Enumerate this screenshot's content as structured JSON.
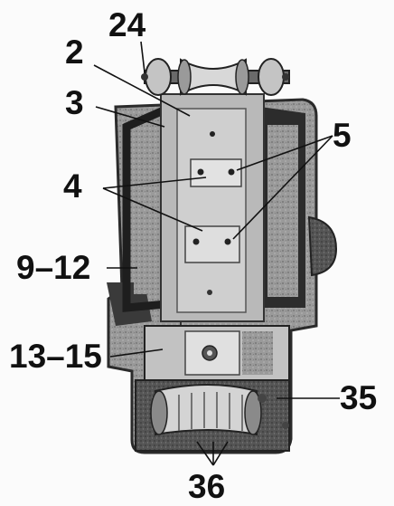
{
  "labels": {
    "l24": "24",
    "l2": "2",
    "l3": "3",
    "l4": "4",
    "l5": "5",
    "l9_12": "9–12",
    "l13_15": "13–15",
    "l35": "35",
    "l36": "36"
  },
  "colors": {
    "ink": "#111111",
    "dark_frame": "#2a2a2a",
    "mid_gray": "#8a8a8a",
    "light_gray": "#c9c9c9",
    "background": "#fbfbfb"
  }
}
